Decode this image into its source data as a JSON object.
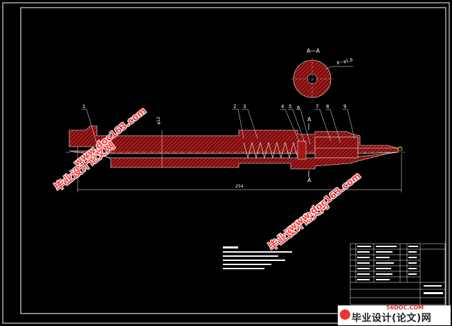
{
  "drawing": {
    "section_label": "A—A",
    "section_note": "8—φ1.8",
    "cut_marker_top": "A",
    "cut_marker_bottom": "A",
    "diameter_dim": "φ12",
    "length_dim": "254",
    "part_numbers": [
      "1",
      "2",
      "3",
      "4",
      "5",
      "6",
      "7",
      "8",
      "9"
    ]
  },
  "watermarks": {
    "site_cn": "毕业设计论文网",
    "site_url": "www.doc163.com"
  },
  "logo": {
    "domain": "56DOC.COM",
    "text": "毕业设计(论文)网"
  },
  "colors": {
    "background": "#000000",
    "frame": "#ffffff",
    "body_fill": "#8b1010",
    "hatch": "#ff4040",
    "outline": "#ffffff",
    "watermark": "#ff3a3a"
  }
}
